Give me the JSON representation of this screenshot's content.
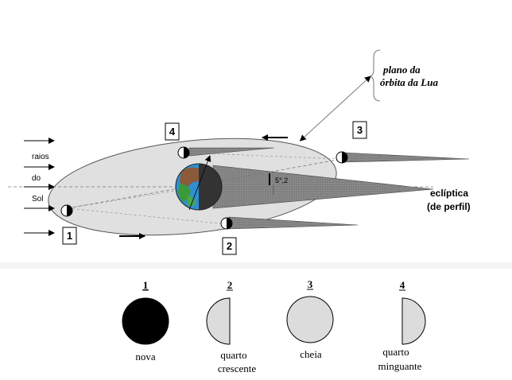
{
  "diagram": {
    "annotation": {
      "line1": "plano da",
      "line2": "órbita da Lua"
    },
    "sunlight": {
      "line1": "raios",
      "line2": "do",
      "line3": "Sol"
    },
    "ecliptic": {
      "line1": "eclíptica",
      "line2": "(de perfil)"
    },
    "angle_label": "5°,2",
    "positions": [
      "1",
      "2",
      "3",
      "4"
    ]
  },
  "phases": [
    {
      "number": "1",
      "name": "nova",
      "name2": ""
    },
    {
      "number": "2",
      "name": "quarto",
      "name2": "crescente"
    },
    {
      "number": "3",
      "name": "cheia",
      "name2": ""
    },
    {
      "number": "4",
      "name": "quarto",
      "name2": "minguante"
    }
  ],
  "colors": {
    "orbit_fill": "#e0e0e0",
    "shadow": "#7a7a7a",
    "earth_ocean": "#2f8fcf",
    "earth_land": "#3a9a3a",
    "earth_desert": "#8a5a3a",
    "night": "#333333",
    "moon_full": "#dcdcdc"
  }
}
